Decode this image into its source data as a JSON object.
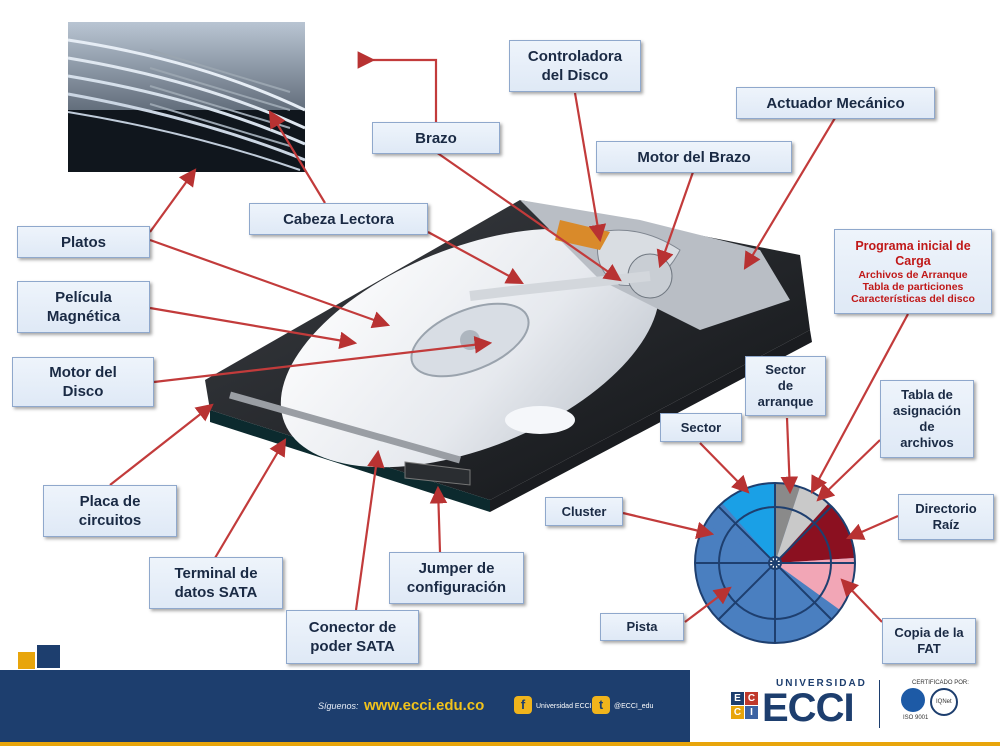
{
  "labels": {
    "controladora": "Controladora\ndel Disco",
    "actuador": "Actuador Mecánico",
    "brazo": "Brazo",
    "motor_brazo": "Motor del Brazo",
    "cabeza": "Cabeza Lectora",
    "platos": "Platos",
    "pelicula": "Película\nMagnética",
    "motor_disco": "Motor del\nDisco",
    "programa_title": "Programa inicial de\nCarga",
    "programa_sub1": "Archivos de Arranque",
    "programa_sub2": "Tabla de particiones",
    "programa_sub3": "Características del disco",
    "sector_arranque": "Sector\nde\narranque",
    "tabla_fat": "Tabla de\nasignación\nde\narchivos",
    "sector": "Sector",
    "cluster": "Cluster",
    "directorio": "Directorio\nRaíz",
    "placa": "Placa de\ncircuitos",
    "terminal": "Terminal de\ndatos SATA",
    "jumper": "Jumper de\nconfiguración",
    "conector": "Conector de\npoder SATA",
    "pista": "Pista",
    "copia": "Copia de la\nFAT"
  },
  "footer": {
    "follow": "Síguenos:",
    "website": "www.ecci.edu.co",
    "facebook": "Universidad ECCI",
    "twitter": "@ECCI_edu",
    "university": "UNIVERSIDAD",
    "brand": "ECCI",
    "cells": [
      "E",
      "C",
      "C",
      "I"
    ],
    "certified": "CERTIFICADO POR:",
    "cert1": "ISO 9001",
    "cert2": "IQNet"
  },
  "colors": {
    "label_text": "#1a2a44",
    "arrow": "#c23b3b",
    "red_text": "#c01818",
    "disk_blue": "#4a7fc0",
    "disk_cyan": "#1aa0e6",
    "gray_sector": "#8a8a8a",
    "light_gray": "#c9c9c9",
    "dark_red": "#8b1020",
    "pink": "#f2a6b6",
    "footer_bar": "#1d3e6e",
    "gold": "#e8a50b"
  }
}
